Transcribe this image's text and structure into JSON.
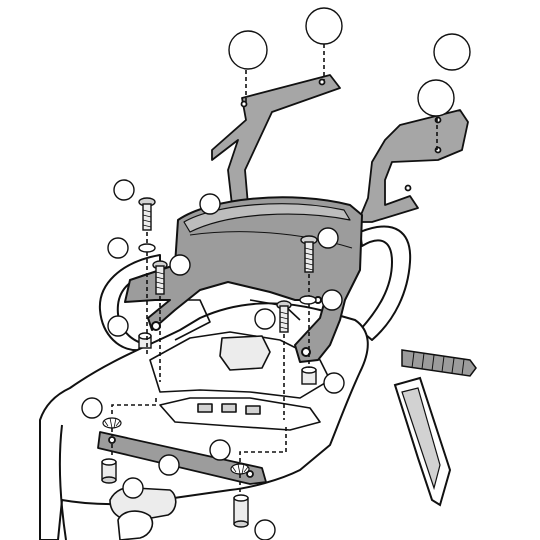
{
  "diagram": {
    "colors": {
      "line": "#111111",
      "bracket_fill": "#a6a6a6",
      "plate_fill": "#9c9c9c",
      "shade": "#d2d2d2",
      "light": "#ececec",
      "callout": "#ffffff",
      "background": "#ffffff"
    },
    "callouts": [
      {
        "id": "callout-bolt-large-left"
      },
      {
        "id": "callout-bolt-top-center"
      },
      {
        "id": "callout-bolt-top-right"
      },
      {
        "id": "callout-bracket-right"
      },
      {
        "id": "callout-screw-left"
      },
      {
        "id": "callout-plate-center"
      },
      {
        "id": "callout-washer-left"
      },
      {
        "id": "callout-nut-left-mid"
      },
      {
        "id": "callout-screw-right"
      },
      {
        "id": "callout-washer-right"
      },
      {
        "id": "callout-spacer-left"
      },
      {
        "id": "callout-screw-center"
      },
      {
        "id": "callout-nut-right"
      },
      {
        "id": "callout-bolt-lower-left"
      },
      {
        "id": "callout-strip-center"
      },
      {
        "id": "callout-nut-strip-right"
      },
      {
        "id": "callout-spacer-bottom-left"
      },
      {
        "id": "callout-spacer-bottom-right"
      }
    ]
  }
}
